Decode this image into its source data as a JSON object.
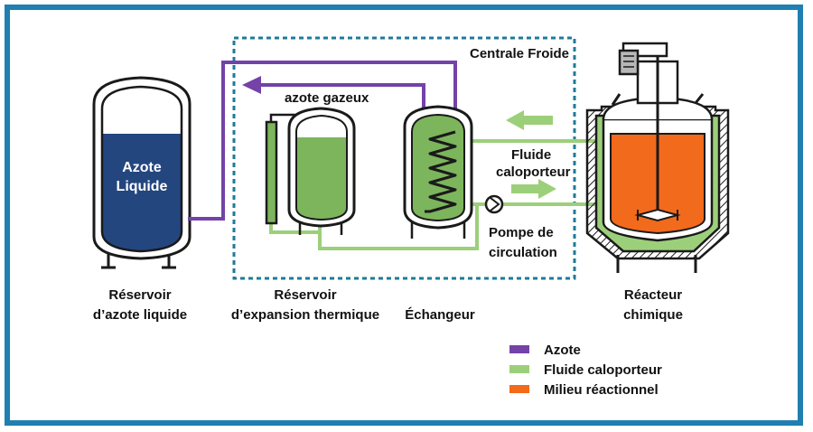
{
  "colors": {
    "frame": "#1f7fb0",
    "azote": "#7442a8",
    "fluide": "#9ccf7a",
    "milieu": "#f26a1b",
    "liquid_nitrogen": "#23467f",
    "tank_green": "#7cb55c",
    "outline": "#1a1a1a",
    "boundary": "#1f7a9a",
    "motor": "#b8b8b8"
  },
  "labels": {
    "centrale": "Centrale Froide",
    "azote_gazeux": "azote gazeux",
    "azote_liquide_1": "Azote",
    "azote_liquide_2": "Liquide",
    "fluide_1": "Fluide",
    "fluide_2": "caloporteur",
    "pompe_1": "Pompe de",
    "pompe_2": "circulation",
    "reservoir_azote_1": "Réservoir",
    "reservoir_azote_2": "d’azote liquide",
    "reservoir_exp_1": "Réservoir",
    "reservoir_exp_2": "d’expansion thermique",
    "echangeur": "Échangeur",
    "reacteur_1": "Réacteur",
    "reacteur_2": "chimique"
  },
  "legend": [
    {
      "label": "Azote",
      "color": "#7442a8",
      "key": "azote"
    },
    {
      "label": "Fluide caloporteur",
      "color": "#9ccf7a",
      "key": "fluide"
    },
    {
      "label": "Milieu réactionnel",
      "color": "#f26a1b",
      "key": "milieu"
    }
  ]
}
